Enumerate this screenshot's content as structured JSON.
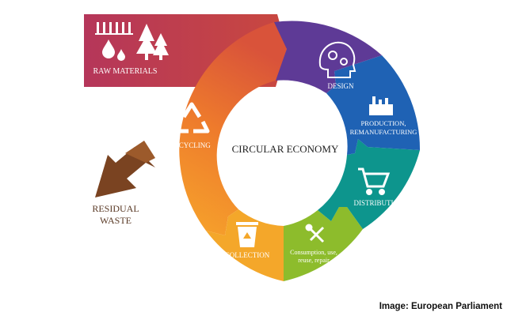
{
  "diagram": {
    "center_label": "CIRCULAR ECONOMY",
    "raw_materials_label": "RAW MATERIALS",
    "residual_waste_line1": "RESIDUAL",
    "residual_waste_line2": "WASTE",
    "stages": [
      {
        "id": "design",
        "lines": [
          "DESIGN"
        ],
        "color": "#5e3a96",
        "icon": "head-gears-icon"
      },
      {
        "id": "production",
        "lines": [
          "PRODUCTION,",
          "REMANUFACTURING"
        ],
        "color": "#1f62b4",
        "icon": "factory-icon"
      },
      {
        "id": "distribution",
        "lines": [
          "DISTRIBUTION"
        ],
        "color": "#0d958d",
        "icon": "shopping-cart-icon"
      },
      {
        "id": "consumption",
        "lines": [
          "Consumption, use,",
          "reuse, repair"
        ],
        "color": "#8dbc2c",
        "icon": "tools-icon"
      },
      {
        "id": "collection",
        "lines": [
          "COLLECTION"
        ],
        "color": "#f4a72a",
        "icon": "recycle-bin-icon"
      },
      {
        "id": "recycling",
        "lines": [
          "RECYCLING"
        ],
        "color": "#ec7f2c",
        "icon": "recycle-icon"
      }
    ],
    "colors": {
      "raw_materials": "#b83a55",
      "residual_arrow": "#7a4321",
      "residual_text": "#5a3a26"
    }
  },
  "credit": "Image: European Parliament"
}
